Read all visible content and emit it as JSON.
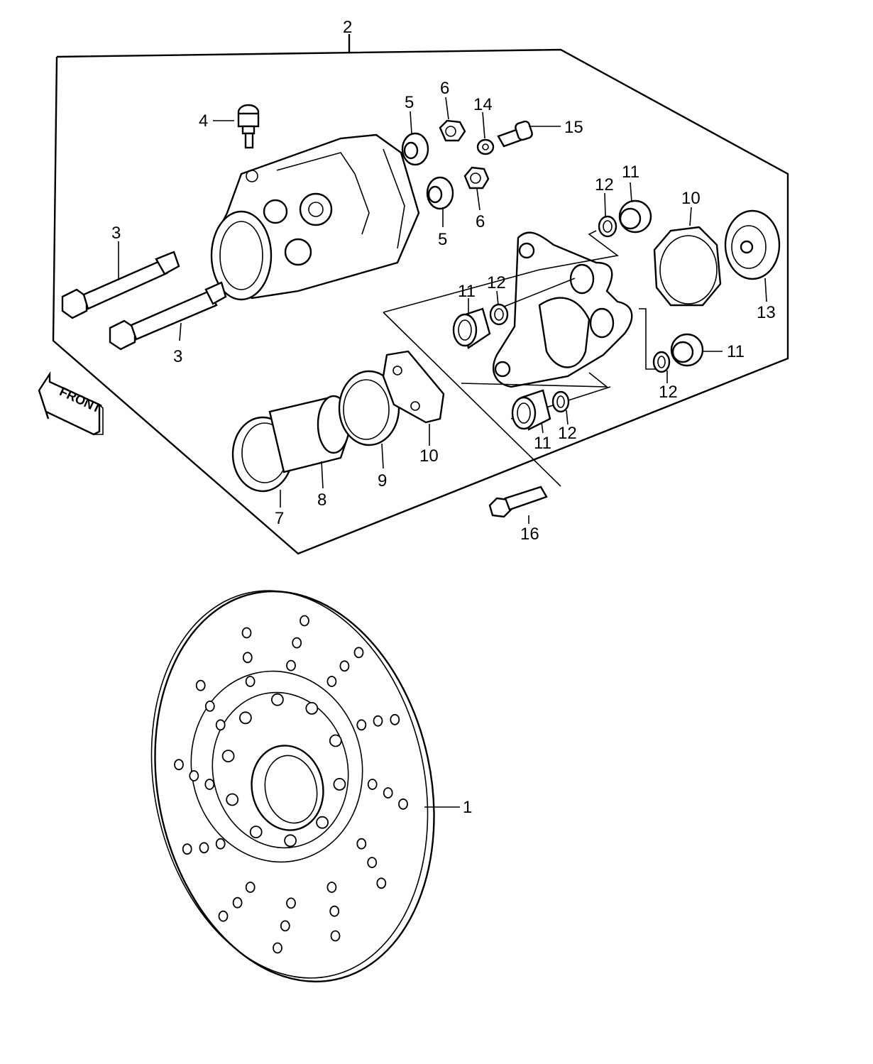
{
  "callouts": [
    {
      "id": "c2",
      "label": "2"
    },
    {
      "id": "c4",
      "label": "4"
    },
    {
      "id": "c5a",
      "label": "5"
    },
    {
      "id": "c6a",
      "label": "6"
    },
    {
      "id": "c14",
      "label": "14"
    },
    {
      "id": "c15",
      "label": "15"
    },
    {
      "id": "c5b",
      "label": "5"
    },
    {
      "id": "c6b",
      "label": "6"
    },
    {
      "id": "c12a",
      "label": "12"
    },
    {
      "id": "c11a",
      "label": "11"
    },
    {
      "id": "c10a",
      "label": "10"
    },
    {
      "id": "c3a",
      "label": "3"
    },
    {
      "id": "c3b",
      "label": "3"
    },
    {
      "id": "c11b",
      "label": "11"
    },
    {
      "id": "c12b",
      "label": "12"
    },
    {
      "id": "c13",
      "label": "13"
    },
    {
      "id": "c11c",
      "label": "11"
    },
    {
      "id": "c12c",
      "label": "12"
    },
    {
      "id": "c11d",
      "label": "11"
    },
    {
      "id": "c12d",
      "label": "12"
    },
    {
      "id": "c10b",
      "label": "10"
    },
    {
      "id": "c9",
      "label": "9"
    },
    {
      "id": "c8",
      "label": "8"
    },
    {
      "id": "c7",
      "label": "7"
    },
    {
      "id": "c16",
      "label": "16"
    },
    {
      "id": "c1",
      "label": "1"
    }
  ],
  "front_arrow": {
    "label": "FRONT",
    "icon": "front-arrow-icon"
  }
}
